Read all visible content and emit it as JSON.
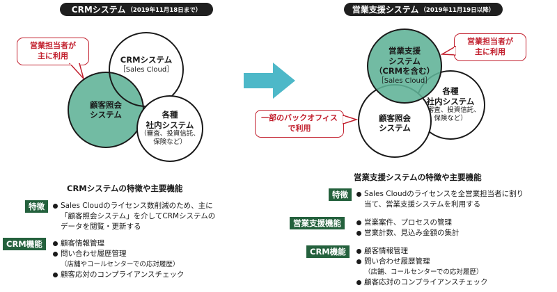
{
  "left": {
    "header": {
      "title": "CRMシステム",
      "date": "（2019年11月18日まで）"
    },
    "callout": [
      "営業担当者が",
      "主に利用"
    ],
    "crm_circle": {
      "title": "CRMシステム",
      "sub": "［Sales Cloud］"
    },
    "customer_circle": [
      "顧客照会",
      "システム"
    ],
    "internal_circle": {
      "title": [
        "各種",
        "社内システム"
      ],
      "sub": [
        "（審査、投資信託、",
        "保険など）"
      ]
    },
    "section_title": "CRMシステムの特徴や主要機能",
    "groups": [
      {
        "tag": "特徴",
        "items": [
          {
            "text": "Sales Cloudのライセンス数削減のため、主に",
            "bullet": true
          },
          {
            "text": "「顧客照会システム」を介してCRMシステムの",
            "bullet": false
          },
          {
            "text": "データを閲覧・更新する",
            "bullet": false
          }
        ]
      },
      {
        "tag": "CRM機能",
        "items": [
          {
            "text": "顧客情報管理",
            "bullet": true
          },
          {
            "text": "問い合わせ履歴管理",
            "bullet": true
          },
          {
            "text": "（店舗やコールセンターでの応対履歴）",
            "bullet": false,
            "small": true
          },
          {
            "text": "顧客応対のコンプライアンスチェック",
            "bullet": true
          }
        ]
      }
    ]
  },
  "right": {
    "header": {
      "title": "営業支援システム",
      "date": "（2019年11月19日以降）"
    },
    "callout_top": [
      "営業担当者が",
      "主に利用"
    ],
    "callout_left": [
      "一部のバックオフィス",
      "で利用"
    ],
    "sales_circle": {
      "title": [
        "営業支援",
        "システム",
        "（CRMを含む）"
      ],
      "sub": "［Sales Cloud］"
    },
    "customer_circle": [
      "顧客照会",
      "システム"
    ],
    "internal_circle": {
      "title": [
        "各種",
        "社内システム"
      ],
      "sub": [
        "（審査、投資信託、",
        "保険など）"
      ]
    },
    "section_title": "営業支援システムの特徴や主要機能",
    "groups": [
      {
        "tag": "特徴",
        "items": [
          {
            "text": "Sales Cloudのライセンスを全営業担当者に割り",
            "bullet": true
          },
          {
            "text": "当て、営業支援システムを利用する",
            "bullet": false
          }
        ]
      },
      {
        "tag": "営業支援機能",
        "items": [
          {
            "text": "営業案件、プロセスの管理",
            "bullet": true
          },
          {
            "text": "営業計数、見込み金額の集計",
            "bullet": true
          }
        ]
      },
      {
        "tag": "CRM機能",
        "items": [
          {
            "text": "顧客情報管理",
            "bullet": true
          },
          {
            "text": "問い合わせ履歴管理",
            "bullet": true
          },
          {
            "text": "（店舗、コールセンターでの応対履歴）",
            "bullet": false,
            "small": true
          },
          {
            "text": "顧客応対のコンプライアンスチェック",
            "bullet": true
          }
        ]
      }
    ]
  },
  "colors": {
    "accent_green": "#5fb296",
    "tag_green": "#24613d",
    "callout_red": "#c2202e",
    "arrow": "#4db8c8"
  }
}
